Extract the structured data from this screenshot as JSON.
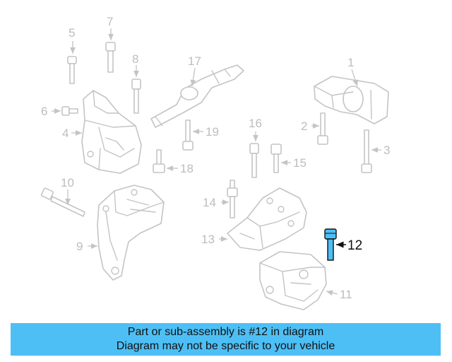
{
  "callouts": {
    "c1": "1",
    "c2": "2",
    "c3": "3",
    "c4": "4",
    "c5": "5",
    "c6": "6",
    "c7": "7",
    "c8": "8",
    "c9": "9",
    "c10": "10",
    "c11": "11",
    "c12": "12",
    "c13": "13",
    "c14": "14",
    "c15": "15",
    "c16": "16",
    "c17": "17",
    "c18": "18",
    "c19": "19"
  },
  "highlight": {
    "part_number": "12",
    "color": "#4dbff5",
    "text_color": "#111111"
  },
  "caption": {
    "line1": "Part or sub-assembly is #12 in diagram",
    "line2": "Diagram may not be specific to your vehicle"
  }
}
